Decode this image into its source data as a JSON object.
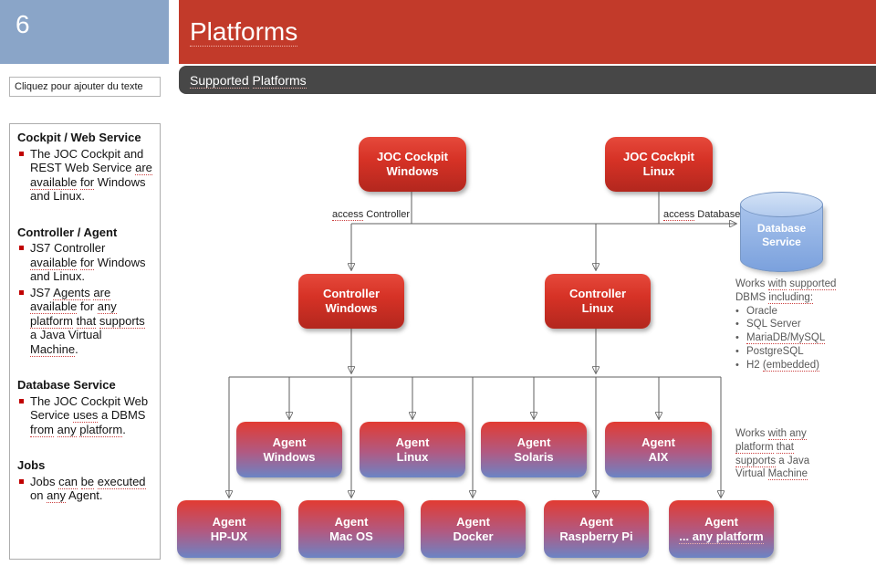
{
  "slide": {
    "number": "6",
    "title_rich": [
      {
        "t": "Platforms",
        "u": 1,
        "l": 1
      }
    ],
    "subtitle_rich": [
      {
        "t": "Supported",
        "u": 1,
        "l": 1
      },
      {
        "t": " "
      },
      {
        "t": "Platforms",
        "u": 1,
        "l": 1
      }
    ],
    "placeholder": "Cliquez pour ajouter du texte"
  },
  "colors": {
    "header_blue": "#8aa5c8",
    "banner_red": "#c23a2a",
    "bar_dark": "#474747",
    "node_red_top": "#e6493b",
    "node_red_mid": "#d63226",
    "node_red_bottom": "#b3271e",
    "agent_top": "#e23b32",
    "agent_mid": "#b05a83",
    "agent_bottom": "#6b84c5",
    "db_body_top": "#a9c4ec",
    "db_body_bottom": "#7ba1dd",
    "db_top_light": "#d3e2f6",
    "line_gray": "#5f5f5f",
    "note_gray": "#595959",
    "bullet_red": "#c00000",
    "squiggle": "#cc4040"
  },
  "sidebar": {
    "sections": [
      {
        "heading": "Cockpit / Web Service",
        "bullets": [
          [
            {
              "t": "The JOC Cockpit and REST Web Service "
            },
            {
              "t": "are",
              "u": 1
            },
            {
              "t": " "
            },
            {
              "t": "available",
              "u": 1
            },
            {
              "t": " "
            },
            {
              "t": "for",
              "u": 1
            },
            {
              "t": " Windows and Linux."
            }
          ]
        ]
      },
      {
        "heading": "Controller / Agent",
        "bullets": [
          [
            {
              "t": "JS7 Controller "
            },
            {
              "t": "available",
              "u": 1
            },
            {
              "t": " "
            },
            {
              "t": "for",
              "u": 1
            },
            {
              "t": " Windows and Linux."
            }
          ],
          [
            {
              "t": "JS7 "
            },
            {
              "t": "Agents",
              "u": 1
            },
            {
              "t": " "
            },
            {
              "t": "are",
              "u": 1
            },
            {
              "t": " "
            },
            {
              "t": "available",
              "u": 1
            },
            {
              "t": " for "
            },
            {
              "t": "any",
              "u": 1
            },
            {
              "t": " "
            },
            {
              "t": "platform",
              "u": 1
            },
            {
              "t": " "
            },
            {
              "t": "that",
              "u": 1
            },
            {
              "t": " "
            },
            {
              "t": "supports",
              "u": 1
            },
            {
              "t": " a Java Virtual "
            },
            {
              "t": "Machine",
              "u": 1
            },
            {
              "t": "."
            }
          ]
        ]
      },
      {
        "heading": "Database Service",
        "bullets": [
          [
            {
              "t": "The JOC Cockpit Web Service "
            },
            {
              "t": "uses",
              "u": 1
            },
            {
              "t": " a DBMS "
            },
            {
              "t": "from",
              "u": 1
            },
            {
              "t": " "
            },
            {
              "t": "any",
              "u": 1
            },
            {
              "t": " "
            },
            {
              "t": "platform",
              "u": 1
            },
            {
              "t": "."
            }
          ]
        ]
      },
      {
        "heading": "Jobs",
        "bullets": [
          [
            {
              "t": "Jobs "
            },
            {
              "t": "can",
              "u": 1
            },
            {
              "t": " "
            },
            {
              "t": "be",
              "u": 1
            },
            {
              "t": " "
            },
            {
              "t": "executed",
              "u": 1
            },
            {
              "t": " on "
            },
            {
              "t": "any",
              "u": 1
            },
            {
              "t": " Agent."
            }
          ]
        ]
      }
    ]
  },
  "diagram": {
    "nodes": {
      "joc_windows": {
        "l1": "JOC Cockpit",
        "l2": "Windows"
      },
      "joc_linux": {
        "l1": "JOC Cockpit",
        "l2": "Linux"
      },
      "controller_windows": {
        "l1": "Controller",
        "l2": "Windows"
      },
      "controller_linux": {
        "l1": "Controller",
        "l2": "Linux"
      },
      "agent_windows": {
        "l1": "Agent",
        "l2": "Windows"
      },
      "agent_linux": {
        "l1": "Agent",
        "l2": "Linux"
      },
      "agent_solaris": {
        "l1": "Agent",
        "l2": "Solaris"
      },
      "agent_aix": {
        "l1": "Agent",
        "l2": "AIX"
      },
      "agent_hpux": {
        "l1": "Agent",
        "l2": "HP-UX"
      },
      "agent_macos": {
        "l1": "Agent",
        "l2": "Mac OS"
      },
      "agent_docker": {
        "l1": "Agent",
        "l2": "Docker"
      },
      "agent_raspberry": {
        "l1": "Agent",
        "l2": "Raspberry Pi"
      },
      "agent_any": {
        "l1": "Agent",
        "l2_rich": [
          {
            "t": "... any platform",
            "u": 1,
            "l": 1
          }
        ]
      },
      "database": {
        "l1": "Database",
        "l2": "Service"
      }
    },
    "edge_labels": {
      "access_controller": [
        {
          "t": "access",
          "u": 1
        },
        {
          "t": " Controller"
        }
      ],
      "access_database": [
        {
          "t": "access",
          "u": 1
        },
        {
          "t": " Database"
        }
      ]
    },
    "db_note": {
      "line1": [
        {
          "t": "Works "
        },
        {
          "t": "with",
          "u": 1
        },
        {
          "t": " "
        },
        {
          "t": "supported",
          "u": 1
        }
      ],
      "line2": [
        {
          "t": "DBMS "
        },
        {
          "t": "including:",
          "u": 1
        }
      ],
      "bullet_glyph": "•",
      "bullets": [
        [
          {
            "t": "Oracle"
          }
        ],
        [
          {
            "t": "SQL Server"
          }
        ],
        [
          {
            "t": "MariaDB/MySQL",
            "u": 1
          }
        ],
        [
          {
            "t": "PostgreSQL"
          }
        ],
        [
          {
            "t": "H2 "
          },
          {
            "t": "(embedded)",
            "u": 1
          }
        ]
      ]
    },
    "jvm_note": {
      "lines": [
        [
          {
            "t": "Works "
          },
          {
            "t": "with",
            "u": 1
          },
          {
            "t": " "
          },
          {
            "t": "any",
            "u": 1
          }
        ],
        [
          {
            "t": "platform",
            "u": 1
          },
          {
            "t": " "
          },
          {
            "t": "that",
            "u": 1
          }
        ],
        [
          {
            "t": "supports",
            "u": 1
          },
          {
            "t": " a Java"
          }
        ],
        [
          {
            "t": "Virtual "
          },
          {
            "t": "Machine",
            "u": 1
          }
        ]
      ]
    }
  }
}
